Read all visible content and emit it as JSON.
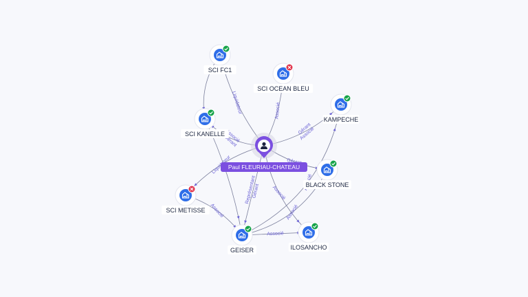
{
  "colors": {
    "center_pin": "#7b4fe0",
    "company_core": "#2f6ee8",
    "edge": "#7b7f9c",
    "edge_label": "#6c63d6",
    "status_ok": "#17a34a",
    "status_closed": "#e0324b"
  },
  "center": {
    "name": "Paul FLEURIAU-CHATEAU",
    "icon": "person-icon"
  },
  "nodes": [
    {
      "id": "sci-fc1",
      "label": "SCI FC1",
      "status": "ok",
      "icon": "building-icon"
    },
    {
      "id": "sci-ocean-bleu",
      "label": "SCI OCEAN BLEU",
      "status": "closed",
      "icon": "building-icon"
    },
    {
      "id": "kampeche",
      "label": "KAMPECHE",
      "status": "ok",
      "icon": "building-icon"
    },
    {
      "id": "sci-kanelle",
      "label": "SCI KANELLE",
      "status": "ok",
      "icon": "building-icon"
    },
    {
      "id": "black-stone",
      "label": "BLACK STONE",
      "status": "ok",
      "icon": "building-icon"
    },
    {
      "id": "sci-metisse",
      "label": "SCI METISSE",
      "status": "closed",
      "icon": "building-icon"
    },
    {
      "id": "geiser",
      "label": "GEISER",
      "status": "ok",
      "icon": "building-icon"
    },
    {
      "id": "ilosancho",
      "label": "ILOSANCHO",
      "status": "ok",
      "icon": "building-icon"
    }
  ],
  "edges": [
    {
      "from": "center",
      "to": "sci-fc1",
      "labels": [
        "Liquidateur"
      ]
    },
    {
      "from": "center",
      "to": "sci-ocean-bleu",
      "labels": [
        "Associé"
      ]
    },
    {
      "from": "center",
      "to": "kampeche",
      "labels": [
        "Gérant",
        "Associé"
      ]
    },
    {
      "from": "center",
      "to": "sci-kanelle",
      "labels": [
        "Gérant",
        "Associé"
      ]
    },
    {
      "from": "center",
      "to": "black-stone",
      "labels": [
        "Gérant"
      ]
    },
    {
      "from": "center",
      "to": "sci-metisse",
      "labels": [
        "Liquidateur"
      ]
    },
    {
      "from": "center",
      "to": "geiser",
      "labels": [
        "Gérant",
        "Représentant"
      ]
    },
    {
      "from": "center",
      "to": "ilosancho",
      "labels": [
        "Associé"
      ]
    },
    {
      "from": "geiser",
      "to": "ilosancho",
      "labels": [
        "Associé"
      ]
    },
    {
      "from": "sci-metisse",
      "to": "geiser",
      "labels": [
        "Associé"
      ]
    },
    {
      "from": "geiser",
      "to": "black-stone",
      "labels": [
        "Associé"
      ]
    },
    {
      "from": "geiser",
      "to": "kampeche",
      "labels": [
        "Associé"
      ]
    },
    {
      "from": "sci-kanelle",
      "to": "geiser",
      "labels": []
    },
    {
      "from": "sci-fc1",
      "to": "sci-kanelle",
      "labels": []
    }
  ]
}
